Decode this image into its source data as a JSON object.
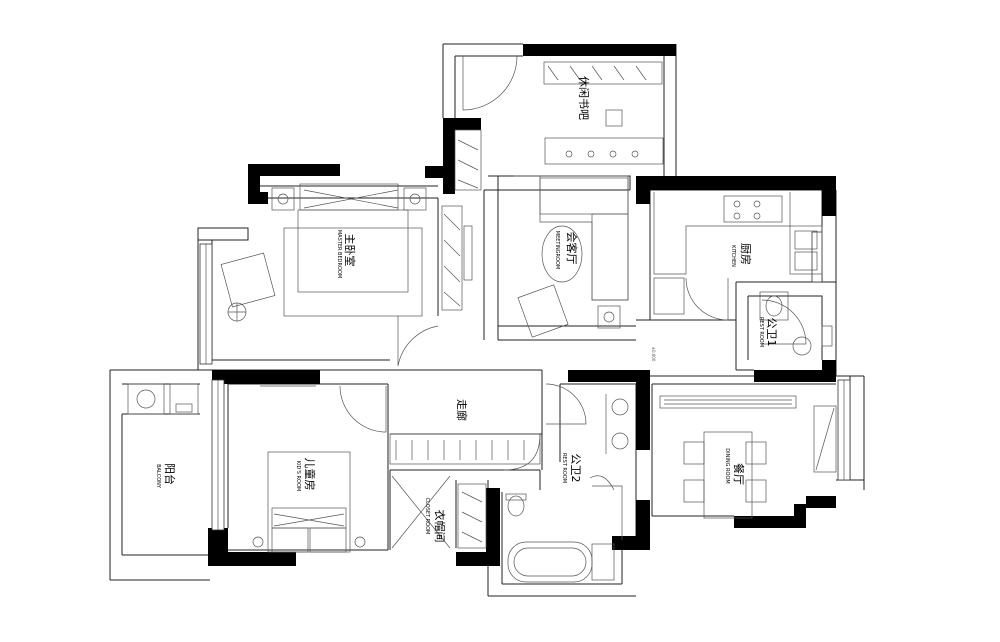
{
  "rooms": {
    "leisure_study": {
      "cn": "休闲书吧"
    },
    "meeting_room": {
      "cn": "会客厅",
      "en": "MEETINGROOM"
    },
    "master_bedroom": {
      "cn": "主卧室",
      "en": "MASTER BEDROOM"
    },
    "kitchen": {
      "cn": "厨房",
      "en": "KITCHEN"
    },
    "restroom1": {
      "cn": "公卫1",
      "en": "REST ROOM"
    },
    "corridor": {
      "cn": "走廊"
    },
    "balcony": {
      "cn": "阳台",
      "en": "BALCONY"
    },
    "kids_room": {
      "cn": "儿童房",
      "en": "KID'S ROOM"
    },
    "closet_room": {
      "cn": "衣帽间",
      "en": "CLOSET ROOM"
    },
    "restroom2": {
      "cn": "公卫2",
      "en": "REST ROOM"
    },
    "dining_room": {
      "cn": "餐厅",
      "en": "DINING ROOM"
    }
  },
  "notes": {
    "level_mark": "±0.000"
  }
}
